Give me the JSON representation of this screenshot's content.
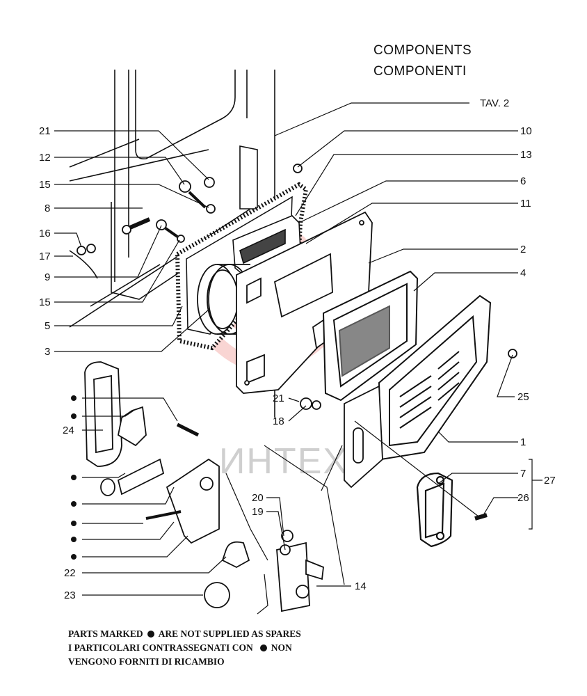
{
  "title": {
    "line1": "COMPONENTS",
    "line2": "COMPONENTI"
  },
  "table_ref": "TAV. 2",
  "watermark": "ИНТЕХ",
  "note": {
    "line1_a": "PARTS MARKED",
    "line1_b": "ARE NOT SUPPLIED AS SPARES",
    "line2_a": "I PARTICOLARI CONTRASSEGNATI CON",
    "line2_b": "NON",
    "line3": "VENGONO FORNITI DI RICAMBIO"
  },
  "callouts": {
    "left": [
      "21",
      "12",
      "15",
      "8",
      "16",
      "17",
      "9",
      "15",
      "5",
      "3"
    ],
    "right": [
      "10",
      "13",
      "6",
      "11",
      "2",
      "4",
      "25",
      "1",
      "7",
      "26",
      "27"
    ],
    "center": [
      "21",
      "18",
      "20",
      "19",
      "14"
    ],
    "lower_left": [
      "24",
      "22",
      "23"
    ]
  },
  "colors": {
    "ink": "#111111",
    "watermark": "#e8453c"
  }
}
